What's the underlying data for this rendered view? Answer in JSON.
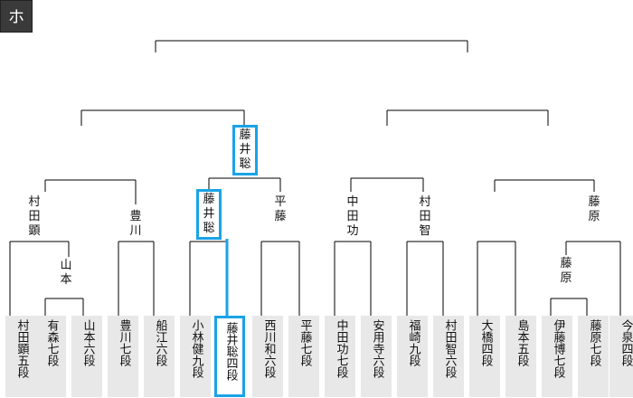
{
  "badge": "ホ",
  "players": [
    {
      "label": "村田顕五段"
    },
    {
      "label": "有森七段"
    },
    {
      "label": "山本六段"
    },
    {
      "label": "豊川七段"
    },
    {
      "label": "船江六段"
    },
    {
      "label": "小林健九段"
    },
    {
      "label": "藤井聡四段",
      "highlight": true
    },
    {
      "label": "西川和六段"
    },
    {
      "label": "平藤七段"
    },
    {
      "label": "中田功七段"
    },
    {
      "label": "安用寺六段"
    },
    {
      "label": "福崎九段"
    },
    {
      "label": "村田智六段"
    },
    {
      "label": "大橋四段"
    },
    {
      "label": "島本五段"
    },
    {
      "label": "伊藤博七段"
    },
    {
      "label": "藤原七段"
    },
    {
      "label": "今泉四段"
    }
  ],
  "winners": {
    "prelim_a": "山本",
    "prelim_b": "藤原",
    "r1_1": "村田顕",
    "r1_2": "豊川",
    "r1_3": "藤井聡",
    "r1_4": "平藤",
    "r1_5": "中田功",
    "r1_6": "村田智",
    "r1_8": "藤原",
    "r2_2": "藤井聡"
  },
  "colors": {
    "highlight": "#1aa3e6",
    "line": "#000000",
    "card": "#e8e8e8"
  }
}
